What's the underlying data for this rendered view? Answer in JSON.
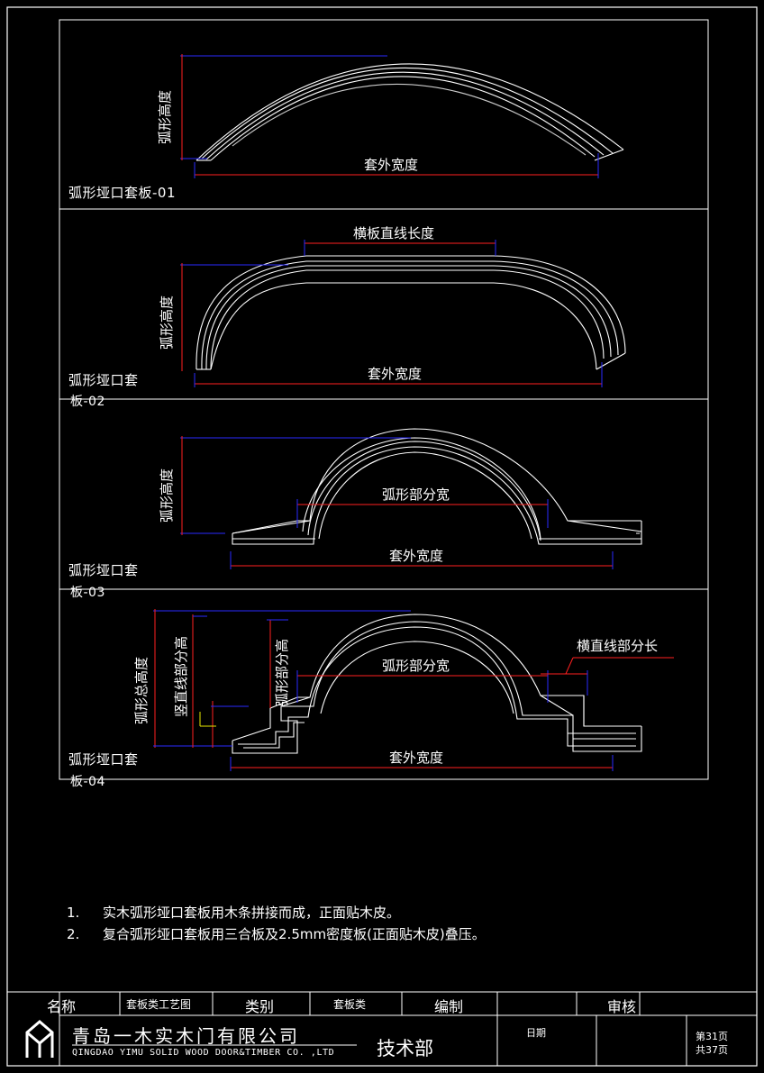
{
  "panels": [
    {
      "caption": "弧形垭口套板-01",
      "height_label": "弧形高度",
      "width_label": "套外宽度"
    },
    {
      "caption": "弧形垭口套板-02",
      "caption_line1": "弧形垭口套",
      "caption_line2": "板-02",
      "height_label": "弧形高度",
      "width_label": "套外宽度",
      "top_label": "横板直线长度"
    },
    {
      "caption_line1": "弧形垭口套",
      "caption_line2": "板-03",
      "height_label": "弧形高度",
      "width_label": "套外宽度",
      "arc_label": "弧形部分宽"
    },
    {
      "caption_line1": "弧形垭口套",
      "caption_line2": "板-04",
      "total_height_label": "弧形总高度",
      "vertical_label": "竖直线部分高",
      "arc_height_label": "弧形部分高",
      "width_label": "套外宽度",
      "arc_label": "弧形部分宽",
      "horizontal_label": "横直线部分长"
    }
  ],
  "notes": [
    {
      "num": "1.",
      "text": "实木弧形垭口套板用木条拼接而成，正面贴木皮。"
    },
    {
      "num": "2.",
      "text": "复合弧形垭口套板用三合板及2.5mm密度板(正面贴木皮)叠压。"
    }
  ],
  "title_block": {
    "name_label": "名称",
    "name_value": "套板类工艺图",
    "category_label": "类别",
    "category_value": "套板类",
    "edit_label": "编制",
    "review_label": "审核",
    "date_label": "日期",
    "company_cn": "青岛一木实木门有限公司",
    "company_en": "QINGDAO YIMU SOLID WOOD DOOR&TIMBER CO. ,LTD",
    "department": "技术部",
    "page": "第31页",
    "total": "共37页"
  },
  "colors": {
    "background": "#000000",
    "line": "#ffffff",
    "dimension_red": "#ff2020",
    "dimension_blue": "#2a2aff",
    "leader_yellow": "#e8e800"
  }
}
